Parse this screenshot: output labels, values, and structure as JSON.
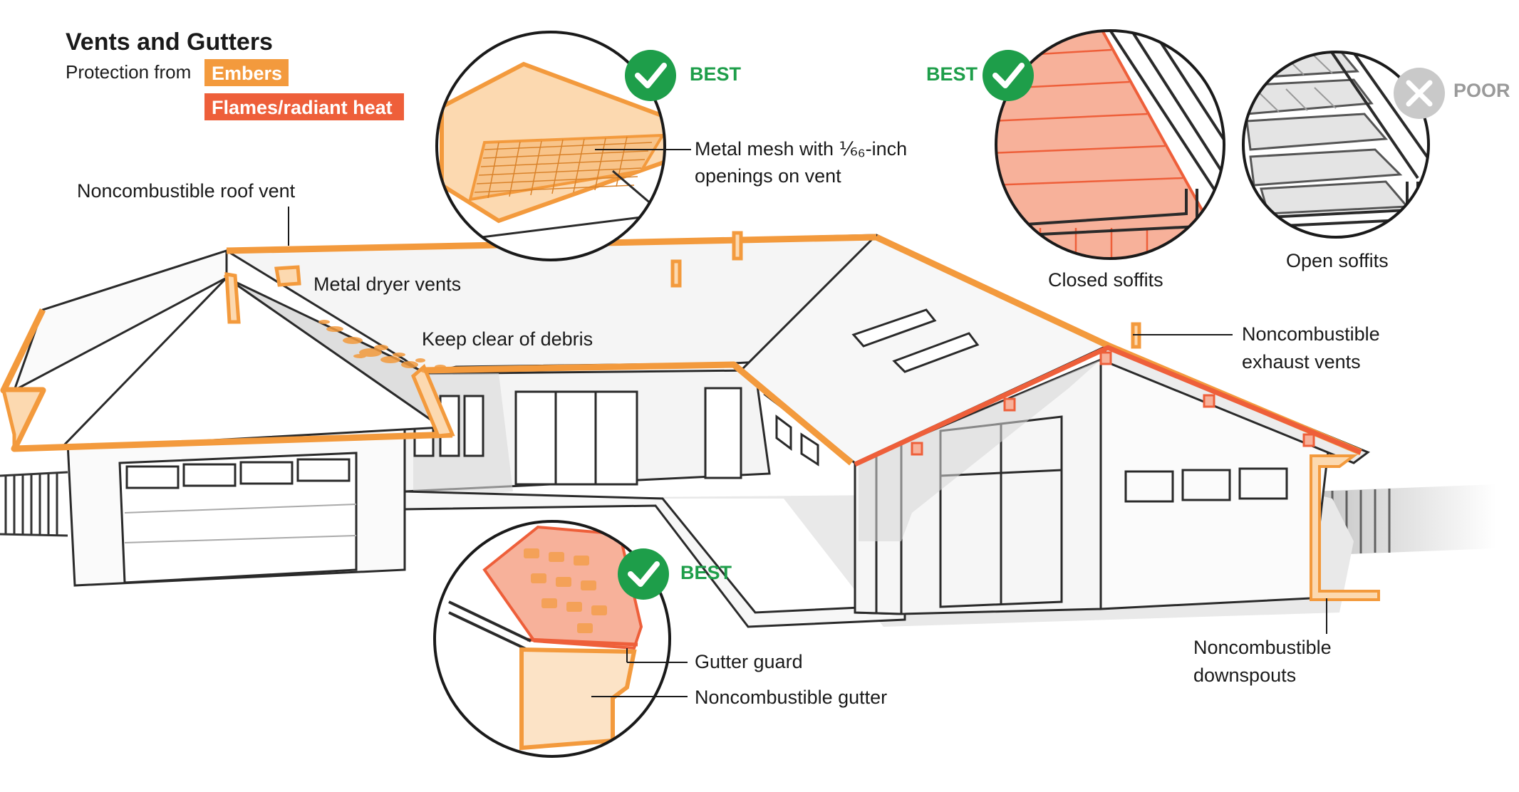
{
  "header": {
    "title": "Vents and Gutters",
    "subtitle": "Protection from",
    "legend": [
      {
        "label": "Embers",
        "color": "#F39A3D"
      },
      {
        "label": "Flames/radiant heat",
        "color": "#EE5F3A"
      }
    ]
  },
  "labels": {
    "roof_vent": "Noncombustible roof vent",
    "dryer_vents": "Metal dryer vents",
    "debris": "Keep clear of debris",
    "mesh_line1": "Metal mesh with ⅙₆-inch",
    "mesh_line2": "openings on vent",
    "closed_soffits": "Closed soffits",
    "open_soffits": "Open soffits",
    "exhaust_line1": "Noncombustible",
    "exhaust_line2": "exhaust vents",
    "gutter_guard": "Gutter guard",
    "gutter": "Noncombustible gutter",
    "downspouts_line1": "Noncombustible",
    "downspouts_line2": "downspouts"
  },
  "ratings": {
    "best": "BEST",
    "poor": "POOR"
  },
  "colors": {
    "embers": "#F39A3D",
    "flames": "#EE5F3A",
    "best": "#1E9E4A",
    "poor": "#C9C9C9",
    "ember_fill": "#FCD9B0",
    "flame_fill": "#F7B19A"
  },
  "icons": {
    "best": "check-circle-icon",
    "poor": "x-circle-icon"
  }
}
